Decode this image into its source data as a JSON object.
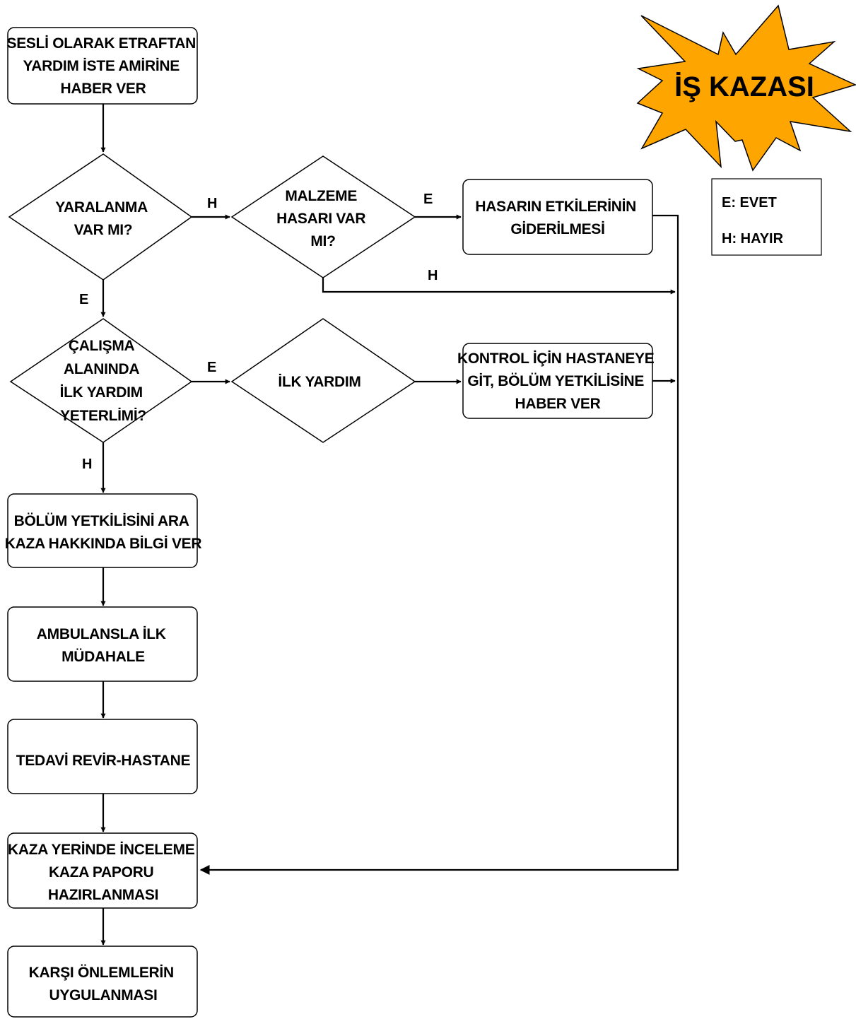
{
  "colors": {
    "star_fill": "#FFA500",
    "stroke": "#000000",
    "background": "#FFFFFF"
  },
  "badge": {
    "text": "İŞ KAZASI"
  },
  "legend": {
    "yes": "E: EVET",
    "no": "H: HAYIR"
  },
  "nodes": {
    "start": {
      "lines": [
        "SESLİ OLARAK ETRAFTAN",
        "YARDIM İSTE AMİRİNE",
        "HABER VER"
      ]
    },
    "injury_q": {
      "lines": [
        "YARALANMA",
        "VAR MI?"
      ]
    },
    "material_q": {
      "lines": [
        "MALZEME",
        "HASARI VAR",
        "MI?"
      ]
    },
    "damage_fix": {
      "lines": [
        "HASARIN ETKİLERİNİN",
        "GİDERİLMESİ"
      ]
    },
    "firstaid_q": {
      "lines": [
        "ÇALIŞMA",
        "ALANINDA",
        "İLK YARDIM",
        "YETERLİMİ?"
      ]
    },
    "firstaid": {
      "lines": [
        "İLK YARDIM"
      ]
    },
    "hospital_check": {
      "lines": [
        "KONTROL İÇİN HASTANEYE",
        "GİT, BÖLÜM YETKİLİSİNE",
        "HABER VER"
      ]
    },
    "call_manager": {
      "lines": [
        "BÖLÜM YETKİLİSİNİ ARA",
        "KAZA HAKKINDA BİLGİ VER"
      ]
    },
    "ambulance": {
      "lines": [
        "AMBULANSLA İLK",
        "MÜDAHALE"
      ]
    },
    "treatment": {
      "lines": [
        "TEDAVİ REVİR-HASTANE"
      ]
    },
    "investigation": {
      "lines": [
        "KAZA YERİNDE İNCELEME",
        "KAZA PAPORU",
        "HAZIRLANMASI"
      ]
    },
    "countermeasures": {
      "lines": [
        "KARŞI ÖNLEMLERİN",
        "UYGULANMASI"
      ]
    }
  },
  "branch_labels": {
    "injury_no": "H",
    "injury_yes": "E",
    "material_yes": "E",
    "material_no": "H",
    "firstaid_yes": "E",
    "firstaid_no": "H"
  }
}
